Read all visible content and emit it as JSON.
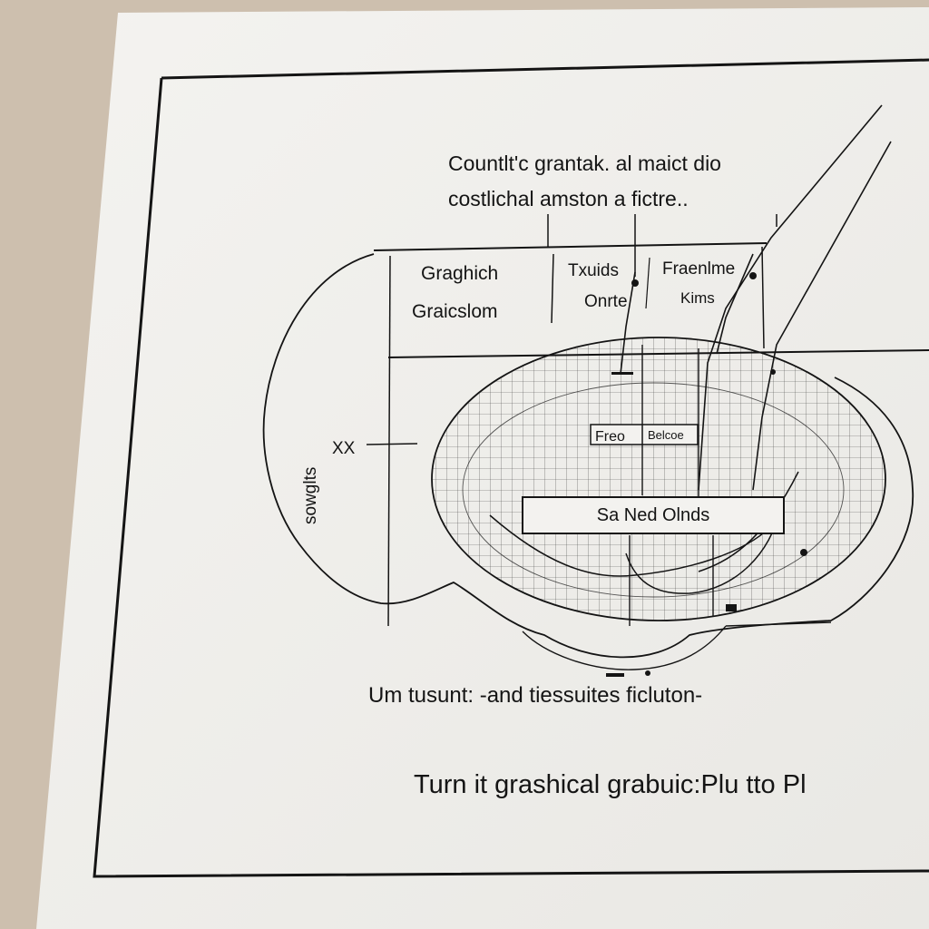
{
  "header": {
    "line1": "Countlt'c grantak. al maict dio",
    "line2": "costlichal amston a fictre.."
  },
  "labels": {
    "graphich": "Graghich",
    "graicslom": "Graicslom",
    "txuids": "Txuids",
    "fraenime": "Fraenlme",
    "onrte": "Onrte",
    "kims": "Kims",
    "side_vertical": "sowglts",
    "xx": "XX",
    "freo": "Freo",
    "belcoe": "Belcoe",
    "box_main": "Sa Ned Olnds",
    "bottom_caption": "Um tusunt: -and tiessuites  ficluton-",
    "footer": "Turn it grashical grabuic:Plu tto Pl"
  },
  "colors": {
    "ink": "#141414",
    "paper": "#f2f1ee",
    "background": "#cdbfae"
  }
}
